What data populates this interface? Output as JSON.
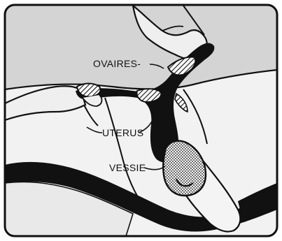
{
  "labels": {
    "ovaires": "OVAIRES-",
    "uterus": "UTERUS",
    "vessie": "VESSIE"
  },
  "colors": {
    "background": "#d4d4d4",
    "ink": "#111111",
    "paper": "#ffffff"
  }
}
